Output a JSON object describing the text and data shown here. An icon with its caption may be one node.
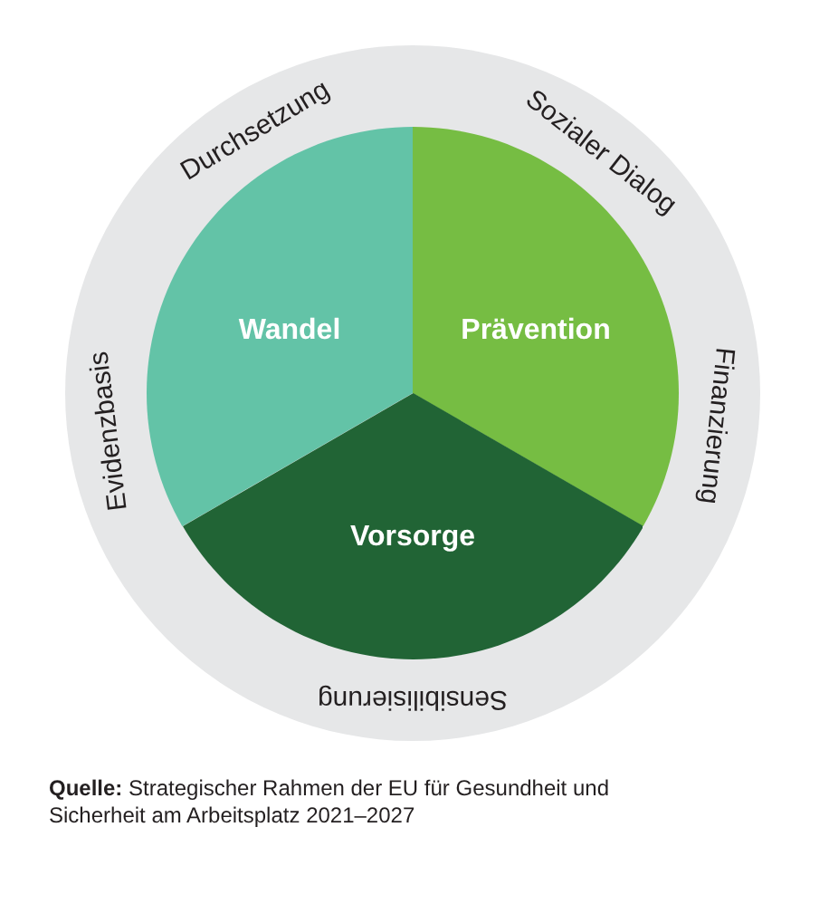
{
  "diagram": {
    "nodes": [
      {
        "text": [
          "Durchsetzung",
          "Sozialer Dialog",
          "Finanzierung",
          "Sensibilisierung",
          "Evidenzbasis"
        ]
      },
      {
        "text": [
          "Wandel"
        ],
        "in": 0
      },
      {
        "text": [
          "Prävention"
        ],
        "in": 0
      },
      {
        "text": [
          "Vorsorge"
        ],
        "in": 0
      }
    ],
    "caption": "**Quelle:** Strategischer Rahmen der EU für Gesundheit und Sicherheit am Arbeitsplatz 2021–2027"
  }
}
